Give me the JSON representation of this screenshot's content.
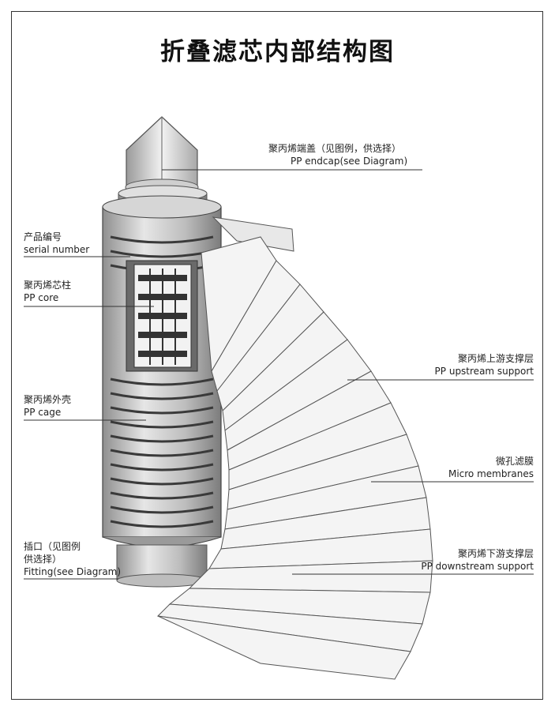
{
  "title": "折叠滤芯内部结构图",
  "labels": {
    "endcap": {
      "cn": "聚丙烯端盖（见图例，供选择）",
      "en": "PP endcap(see Diagram)"
    },
    "serial": {
      "cn": "产品编号",
      "en": "serial number"
    },
    "core": {
      "cn": "聚丙烯芯柱",
      "en": "PP core"
    },
    "cage": {
      "cn": "聚丙烯外壳",
      "en": "PP cage"
    },
    "fitting": {
      "cn1": "插口（见图例",
      "cn2": "供选择）",
      "en": "Fitting(see Diagram)"
    },
    "upstream": {
      "cn": "聚丙烯上游支撑层",
      "en": "PP upstream support"
    },
    "membrane": {
      "cn": "微孔滤膜",
      "en": "Micro membranes"
    },
    "downstream": {
      "cn": "聚丙烯下游支撑层",
      "en": "PP downstream support"
    }
  },
  "colors": {
    "cylinder": "#c8c8c8",
    "dark": "#4a4a4a",
    "pleat": "#f4f4f4",
    "line": "#333333"
  }
}
